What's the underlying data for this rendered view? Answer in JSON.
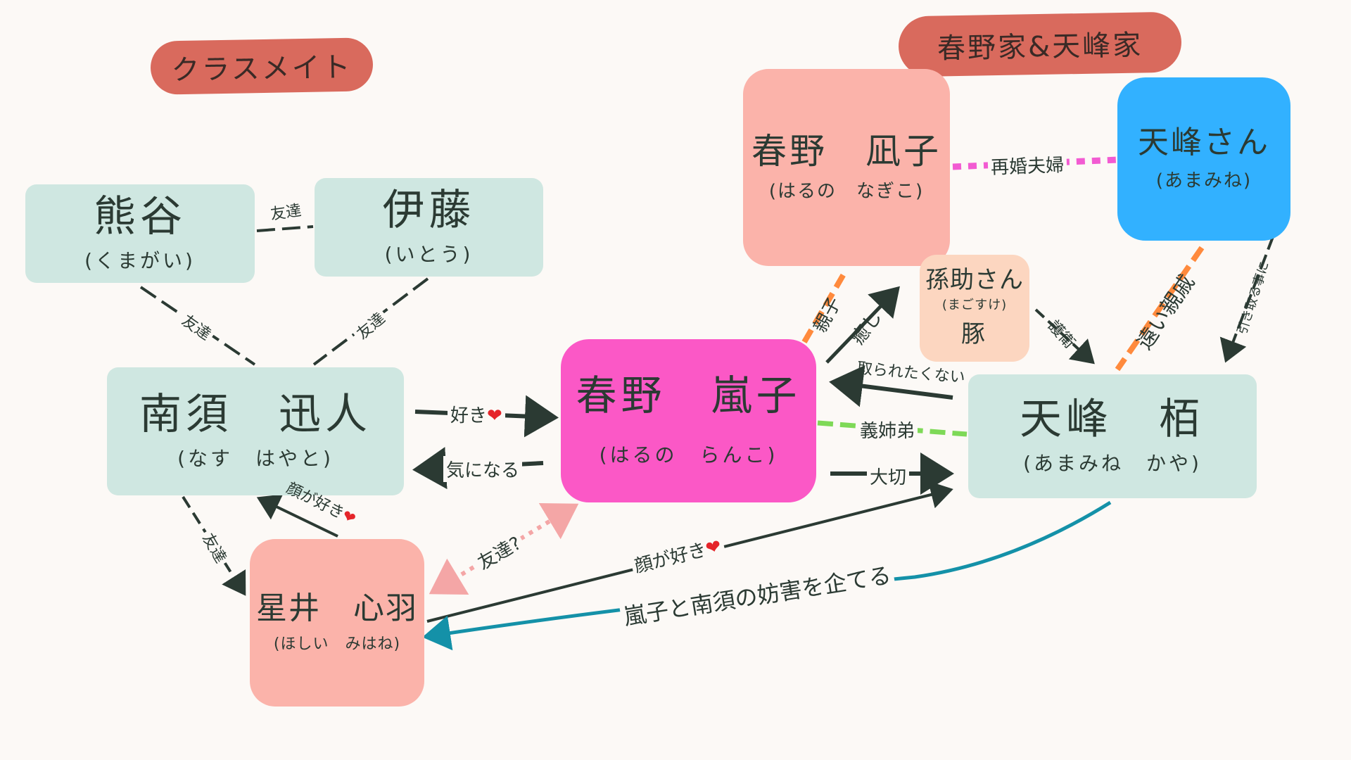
{
  "banners": {
    "classmates": "クラスメイト",
    "families": "春野家&天峰家"
  },
  "nodes": {
    "kumagai": {
      "name": "熊谷",
      "kana": "(くまがい)"
    },
    "ito": {
      "name": "伊藤",
      "kana": "(いとう)"
    },
    "nasu": {
      "name": "南須　迅人",
      "kana": "(なす　はやと)"
    },
    "hoshii": {
      "name": "星井　心羽",
      "kana": "(ほしい　みはね)"
    },
    "ranko": {
      "name": "春野　嵐子",
      "kana": "(はるの　らんこ)"
    },
    "nagiko": {
      "name": "春野　凪子",
      "kana": "(はるの　なぎこ)"
    },
    "amamine": {
      "name": "天峰さん",
      "kana": "(あまみね)"
    },
    "magosuke": {
      "name": "孫助さん",
      "kana": "(まごすけ)",
      "sub": "豚"
    },
    "kaya": {
      "name": "天峰　栢",
      "kana": "(あまみね　かや)"
    }
  },
  "edges": {
    "kumagai_ito": "友達",
    "kumagai_nasu": "友達",
    "ito_nasu": "友達",
    "nasu_hoshii": "友達",
    "nasu_ranko": "好き",
    "ranko_nasu": "気になる",
    "hoshii_nasu": "顔が好き",
    "hoshii_ranko": "友達?",
    "hoshii_kaya": "顔が好き",
    "kaya_hoshii": "嵐子と南須の妨害を企てる",
    "ranko_nagiko": "親子",
    "ranko_magosuke": "癒し",
    "magosuke_kaya": "護衛",
    "ranko_kaya_sibling": "義姉弟",
    "kaya_ranko": "取られたくない",
    "ranko_kaya": "大切",
    "nagiko_amamine": "再婚夫婦",
    "amamine_kaya_relative": "遠い親戚",
    "amamine_kaya": "引き取る事に"
  },
  "colors": {
    "banner": "#d96a5d",
    "mint": "#cfe7e1",
    "salmon": "#fbb3aa",
    "pink": "#fb58c6",
    "blue": "#32b1ff",
    "peach": "#fcd6c0",
    "line_dark": "#2b3a33",
    "line_teal": "#1491a8",
    "line_magenta_dots": "#f25bd2",
    "line_green_dash": "#7ed957",
    "line_orange_dash": "#ff8a3d",
    "line_pink_dots": "#f4a6a6"
  }
}
